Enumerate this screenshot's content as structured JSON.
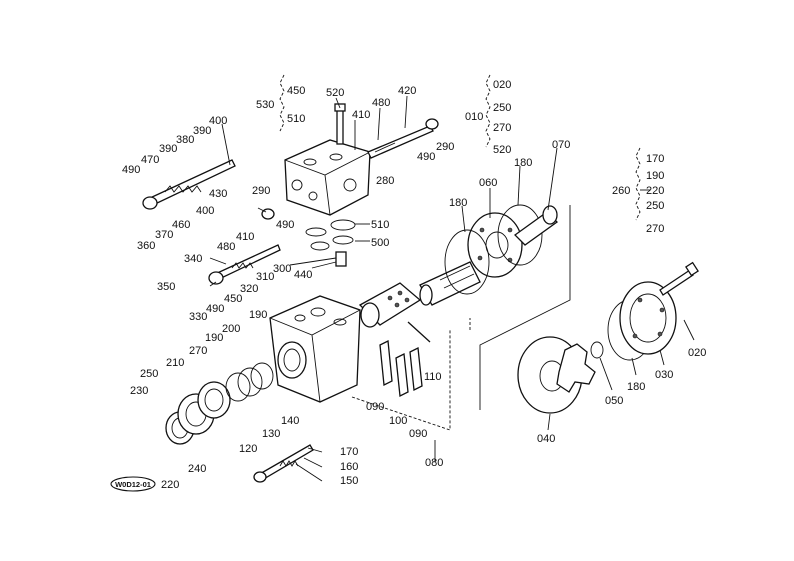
{
  "labels": {
    "l530": "530",
    "l450a": "450",
    "l510a": "510",
    "l520": "520",
    "l410a": "410",
    "l480a": "480",
    "l420": "420",
    "l490a": "490",
    "l290a": "290",
    "l280": "280",
    "l400a": "400",
    "l390a": "390",
    "l380": "380",
    "l390b": "390",
    "l470": "470",
    "l490b": "490",
    "l430": "430",
    "l400b": "400",
    "l460": "460",
    "l370": "370",
    "l360": "360",
    "l290b": "290",
    "l410b": "410",
    "l480b": "480",
    "l490c": "490",
    "l510b": "510",
    "l500": "500",
    "l340": "340",
    "l300": "300",
    "l310": "310",
    "l440": "440",
    "l320": "320",
    "l450b": "450",
    "l350": "350",
    "l490d": "490",
    "l330": "330",
    "l010": "010",
    "l020a": "020",
    "l250a": "250",
    "l270a": "270",
    "l520b": "520",
    "l070": "070",
    "l180a": "180",
    "l060": "060",
    "l180b": "180",
    "l110": "110",
    "l090a": "090",
    "l100": "100",
    "l090b": "090",
    "l080": "080",
    "l260": "260",
    "l170a": "170",
    "l190a": "190",
    "l220a": "220",
    "l250b": "250",
    "l270b": "270",
    "l020b": "020",
    "l030": "030",
    "l180c": "180",
    "l050": "050",
    "l040": "040",
    "l190b": "190",
    "l200": "200",
    "l270c": "270",
    "l210": "210",
    "l250c": "250",
    "l230": "230",
    "l220b": "220",
    "l240": "240",
    "l120": "120",
    "l130": "130",
    "l140": "140",
    "l170b": "170",
    "l160": "160",
    "l150": "150"
  },
  "badge": "W0D12-01"
}
